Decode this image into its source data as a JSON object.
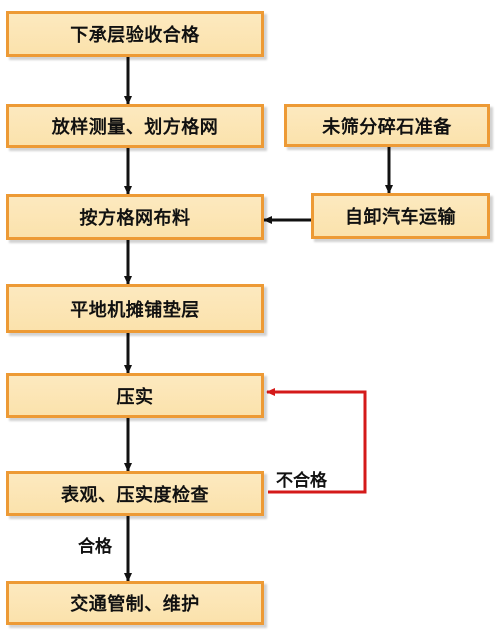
{
  "flowchart": {
    "steps": [
      {
        "id": "s1",
        "label": "下承层验收合格"
      },
      {
        "id": "s2",
        "label": "放样测量、划方格网"
      },
      {
        "id": "s3",
        "label": "按方格网布料"
      },
      {
        "id": "s4",
        "label": "平地机摊铺垫层"
      },
      {
        "id": "s5",
        "label": "压实"
      },
      {
        "id": "s6",
        "label": "表观、压实度检查"
      },
      {
        "id": "s7",
        "label": "交通管制、维护"
      }
    ],
    "side_steps": [
      {
        "id": "t1",
        "label": "未筛分碎石准备"
      },
      {
        "id": "t2",
        "label": "自卸汽车运输"
      }
    ],
    "edge_labels": {
      "fail": "不合格",
      "pass": "合格"
    },
    "colors": {
      "box_fill": "#fce9bf",
      "box_border": "#ed9a35",
      "arrow": "#111111",
      "fail_loop": "#d41a1a"
    }
  }
}
